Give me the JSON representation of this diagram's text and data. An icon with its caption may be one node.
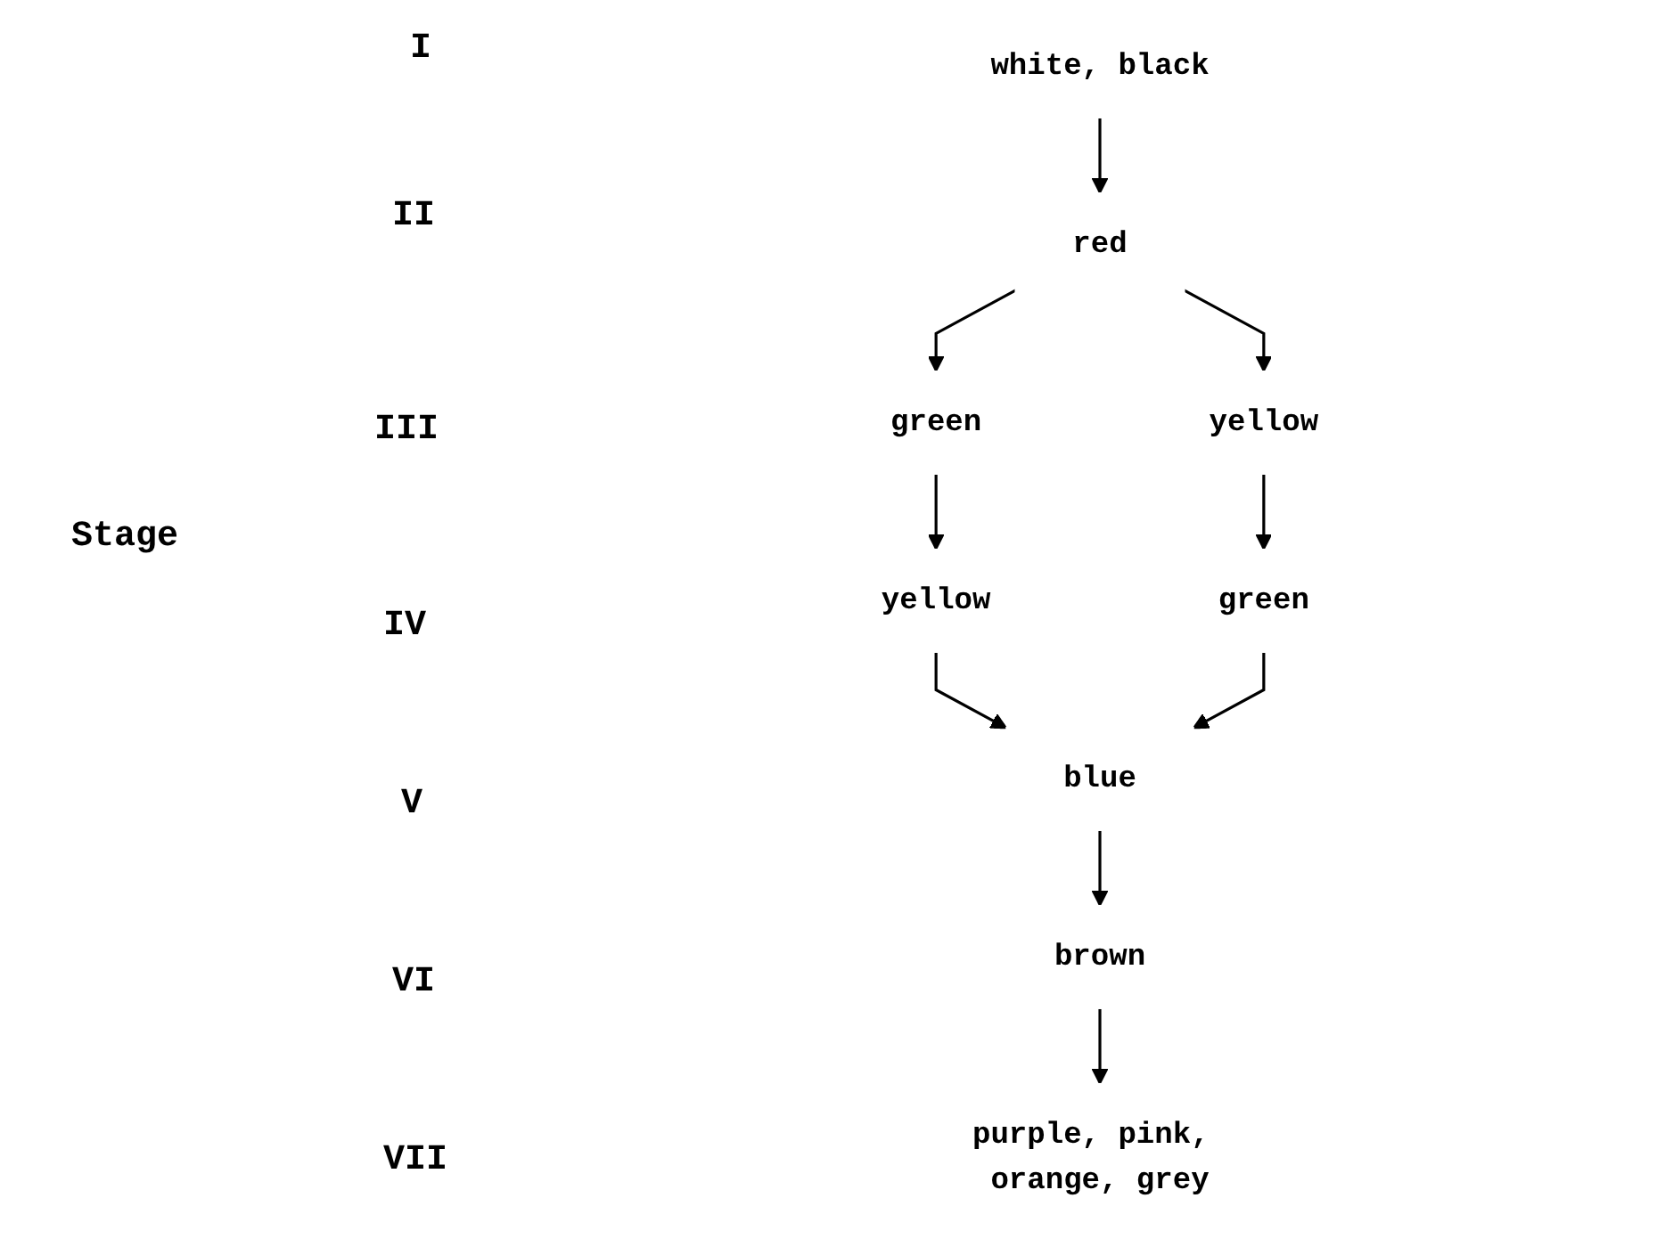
{
  "diagram": {
    "nodes": [
      {
        "text": [
          "white, black"
        ]
      },
      {
        "text": [
          "red"
        ]
      },
      {
        "text": [
          "green"
        ]
      },
      {
        "text": [
          "yellow"
        ]
      },
      {
        "text": [
          "yellow"
        ]
      },
      {
        "text": [
          "green"
        ]
      },
      {
        "text": [
          "blue"
        ]
      },
      {
        "text": [
          "brown"
        ]
      },
      {
        "text": [
          "purple, pink, orange, grey"
        ]
      }
    ],
    "edges": [
      {
        "from": 0,
        "to": 1,
        "arrow": "to"
      },
      {
        "from": 1,
        "to": 2,
        "arrow": "to"
      },
      {
        "from": 1,
        "to": 3,
        "arrow": "to"
      },
      {
        "from": 2,
        "to": 4,
        "arrow": "to"
      },
      {
        "from": 3,
        "to": 5,
        "arrow": "to"
      },
      {
        "from": 4,
        "to": 6,
        "arrow": "to"
      },
      {
        "from": 5,
        "to": 6,
        "arrow": "to"
      },
      {
        "from": 6,
        "to": 7,
        "arrow": "to"
      },
      {
        "from": 7,
        "to": 8,
        "arrow": "to"
      }
    ],
    "labels": [
      "I",
      "II",
      "III",
      "Stage",
      "IV",
      "V",
      "VI",
      "VII"
    ]
  }
}
